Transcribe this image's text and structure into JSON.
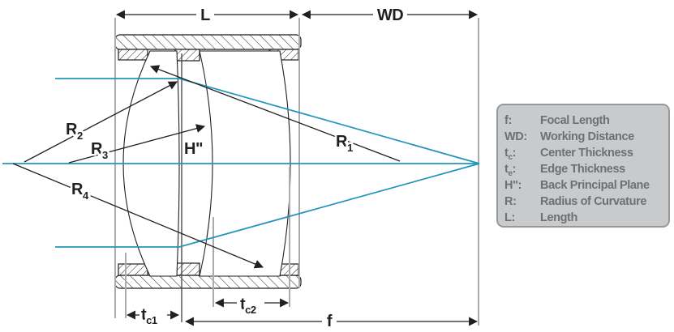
{
  "figure": {
    "description_visible_text_only": true,
    "colors": {
      "ray": "#2196ba",
      "line": "#231f20",
      "extension_line": "#a9abae",
      "principal_plane_line": "#4a4c4e",
      "legend_bg": "#c8cacc",
      "legend_border": "#96999c",
      "legend_text": "#6e7173"
    }
  },
  "dims": {
    "L": {
      "label": "L"
    },
    "WD": {
      "label": "WD"
    },
    "f": {
      "label": "f"
    },
    "tc1": {
      "base": "t",
      "sub": "c1"
    },
    "tc2": {
      "base": "t",
      "sub": "c2"
    }
  },
  "radii": {
    "r1": {
      "base": "R",
      "sub": "1"
    },
    "r2": {
      "base": "R",
      "sub": "2"
    },
    "r3": {
      "base": "R",
      "sub": "3"
    },
    "r4": {
      "base": "R",
      "sub": "4"
    },
    "h": {
      "label": "H\""
    }
  },
  "legend": {
    "items": [
      {
        "pre": "f",
        "sub": "",
        "post": ":",
        "def": "Focal Length"
      },
      {
        "pre": "WD",
        "sub": "",
        "post": ":",
        "def": "Working Distance"
      },
      {
        "pre": "t",
        "sub": "c",
        "post": ":",
        "def": "Center Thickness"
      },
      {
        "pre": "t",
        "sub": "e",
        "post": ":",
        "def": "Edge Thickness"
      },
      {
        "pre": "H\"",
        "sub": "",
        "post": ":",
        "def": "Back Principal Plane"
      },
      {
        "pre": "R",
        "sub": "",
        "post": ":",
        "def": "Radius of Curvature"
      },
      {
        "pre": "L",
        "sub": "",
        "post": ":",
        "def": "Length"
      }
    ]
  }
}
